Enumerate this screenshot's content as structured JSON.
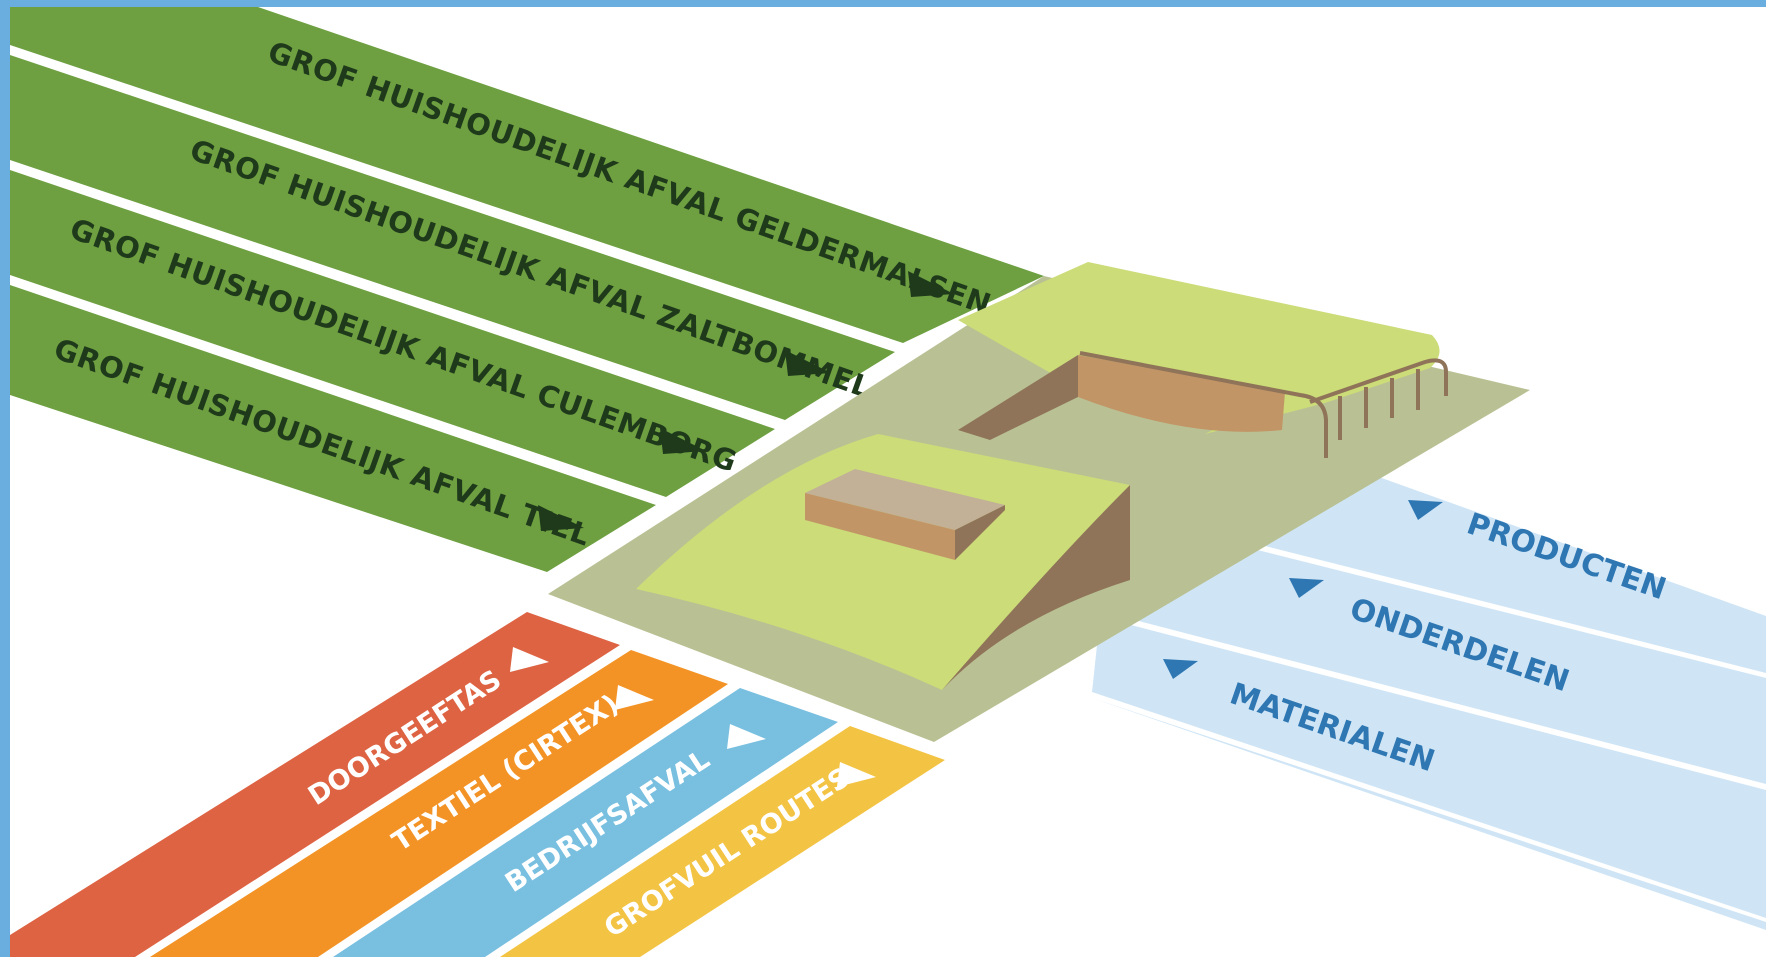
{
  "colors": {
    "frame": "#6aaee0",
    "background": "#ffffff",
    "green_band": "#6ea041",
    "green_text": "#1f3a1b",
    "red_band": "#dd6343",
    "orange_band": "#f39325",
    "lightblue_band": "#78bfe0",
    "yellow_band": "#f3c343",
    "paleblue_band": "#cfe5f6",
    "blue_text": "#2f77b2",
    "ground": "#b9c194",
    "lawn": "#cbdc78",
    "earth": "#8f7459",
    "wall": "#c29567"
  },
  "inbound_routes": [
    {
      "label": "GROF HUISHOUDELIJK AFVAL GELDERMALSEN"
    },
    {
      "label": "GROF HUISHOUDELIJK AFVAL ZALTBOMMEL"
    },
    {
      "label": "GROF HUISHOUDELIJK AFVAL CULEMBORG"
    },
    {
      "label": "GROF HUISHOUDELIJK AFVAL TIEL"
    }
  ],
  "other_streams": [
    {
      "label": "DOORGEEFTAS"
    },
    {
      "label": "TEXTIEL (CIRTEX)"
    },
    {
      "label": "BEDRIJFSAFVAL"
    },
    {
      "label": "GROFVUIL ROUTES"
    }
  ],
  "outputs": [
    {
      "label": "PRODUCTEN"
    },
    {
      "label": "ONDERDELEN"
    },
    {
      "label": "MATERIALEN"
    }
  ],
  "icons": {
    "arrow": "triangle-arrow-icon",
    "facility": "recycling-facility-icon"
  }
}
